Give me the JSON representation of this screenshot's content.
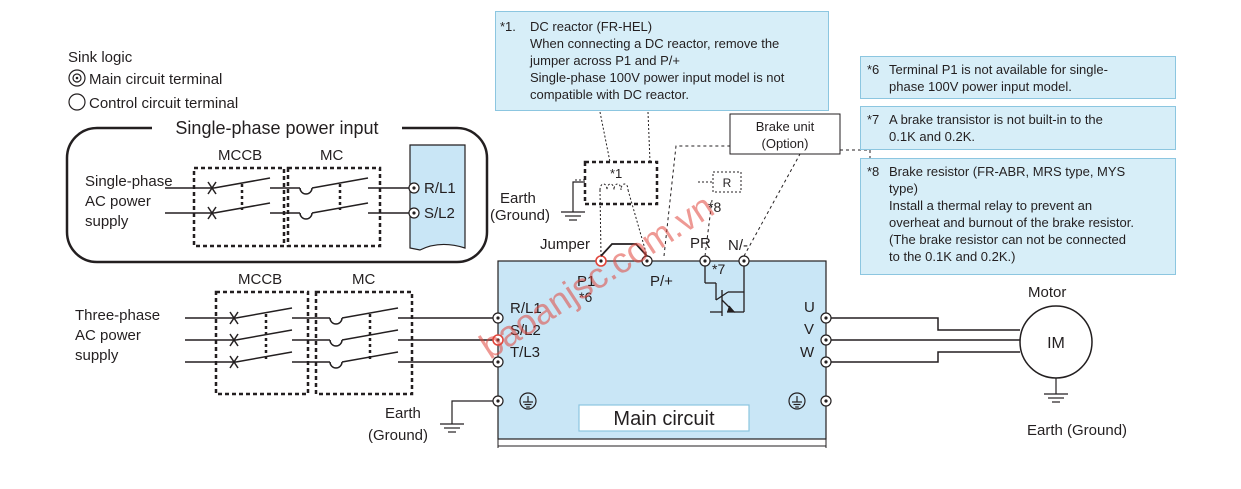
{
  "legend": {
    "title": "Sink logic",
    "main_circuit_terminal": "Main circuit terminal",
    "control_circuit_terminal": "Control circuit terminal"
  },
  "single_phase_box": {
    "title": "Single-phase power input",
    "source": [
      "Single-phase",
      "AC power",
      "supply"
    ],
    "mccb": "MCCB",
    "mc": "MC",
    "terminals": [
      "R/L1",
      "S/L2"
    ]
  },
  "three_phase": {
    "source": [
      "Three-phase",
      "AC power",
      "supply"
    ],
    "mccb": "MCCB",
    "mc": "MC"
  },
  "inverter": {
    "input_terminals": [
      "R/L1",
      "S/L2",
      "T/L3"
    ],
    "output_terminals": [
      "U",
      "V",
      "W"
    ],
    "main_circuit": "Main circuit",
    "p1": "P1",
    "p_plus": "P/+",
    "pr": "PR",
    "n_minus": "N/-",
    "jumper": "Jumper",
    "mark6": "*6",
    "mark7": "*7",
    "mark8": "*8",
    "mark1": "*1",
    "resistor": "R"
  },
  "earth_top": [
    "Earth",
    "(Ground)"
  ],
  "earth_bottom": [
    "Earth",
    "(Ground)"
  ],
  "brake_unit": [
    "Brake unit",
    "(Option)"
  ],
  "motor": {
    "label": "Motor",
    "name": "IM",
    "earth": "Earth (Ground)"
  },
  "notes": {
    "n1": {
      "mark": "*1.",
      "lines": [
        "DC reactor (FR-HEL)",
        "When connecting a DC reactor, remove the",
        "jumper across P1 and P/+",
        "Single-phase 100V power input model is not",
        "compatible with DC reactor."
      ]
    },
    "n6": {
      "mark": "*6",
      "lines": [
        "Terminal P1 is not available for single-",
        "phase 100V power input model."
      ]
    },
    "n7": {
      "mark": "*7",
      "lines": [
        "A brake transistor is not built-in to the",
        "0.1K and 0.2K."
      ]
    },
    "n8": {
      "mark": "*8",
      "lines": [
        "Brake resistor (FR-ABR, MRS type, MYS",
        "type)",
        "Install a thermal relay to prevent an",
        "overheat and burnout of the brake resistor.",
        "(The brake resistor can not be connected",
        "to the 0.1K and 0.2K.)"
      ]
    }
  },
  "watermark": "baoanjsc.com.vn",
  "colors": {
    "inverter_fill": "#c9e6f6",
    "note_fill": "#d7eef8",
    "terminal_highlight": "#e0463c",
    "watermark": "#e0463c"
  }
}
